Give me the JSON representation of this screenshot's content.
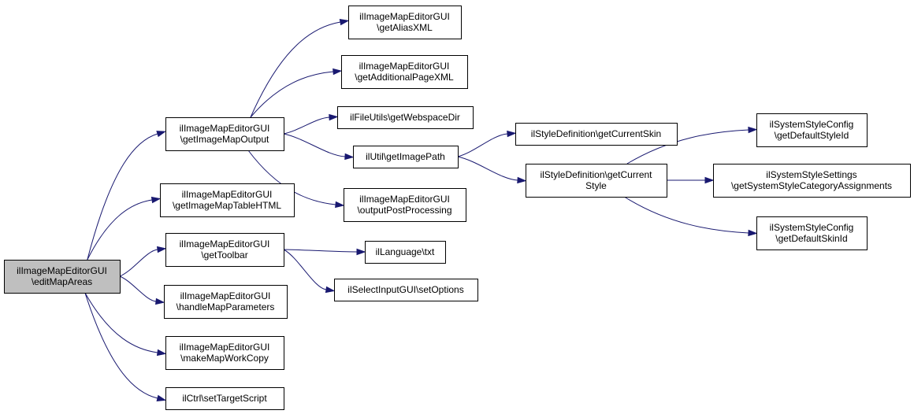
{
  "colors": {
    "edge": "#191970",
    "node_fill": "#ffffff",
    "root_fill": "#bfbfbf",
    "border": "#000000"
  },
  "nodes": [
    {
      "id": "editMapAreas",
      "lines": [
        "ilImageMapEditorGUI",
        "\\editMapAreas"
      ],
      "root": true
    },
    {
      "id": "getImageMapOutput",
      "lines": [
        "ilImageMapEditorGUI",
        "\\getImageMapOutput"
      ]
    },
    {
      "id": "getImageMapTableHTML",
      "lines": [
        "ilImageMapEditorGUI",
        "\\getImageMapTableHTML"
      ]
    },
    {
      "id": "getToolbar",
      "lines": [
        "ilImageMapEditorGUI",
        "\\getToolbar"
      ]
    },
    {
      "id": "handleMapParameters",
      "lines": [
        "ilImageMapEditorGUI",
        "\\handleMapParameters"
      ]
    },
    {
      "id": "makeMapWorkCopy",
      "lines": [
        "ilImageMapEditorGUI",
        "\\makeMapWorkCopy"
      ]
    },
    {
      "id": "setTargetScript",
      "lines": [
        "ilCtrl\\setTargetScript"
      ]
    },
    {
      "id": "getAliasXML",
      "lines": [
        "ilImageMapEditorGUI",
        "\\getAliasXML"
      ]
    },
    {
      "id": "getAdditionalPageXML",
      "lines": [
        "ilImageMapEditorGUI",
        "\\getAdditionalPageXML"
      ]
    },
    {
      "id": "getWebspaceDir",
      "lines": [
        "ilFileUtils\\getWebspaceDir"
      ]
    },
    {
      "id": "getImagePath",
      "lines": [
        "ilUtil\\getImagePath"
      ]
    },
    {
      "id": "outputPostProcessing",
      "lines": [
        "ilImageMapEditorGUI",
        "\\outputPostProcessing"
      ]
    },
    {
      "id": "txt",
      "lines": [
        "ilLanguage\\txt"
      ]
    },
    {
      "id": "setOptions",
      "lines": [
        "ilSelectInputGUI\\setOptions"
      ]
    },
    {
      "id": "getCurrentSkin",
      "lines": [
        "ilStyleDefinition\\getCurrentSkin"
      ]
    },
    {
      "id": "getCurrentStyle",
      "lines": [
        "ilStyleDefinition\\getCurrent",
        "Style"
      ]
    },
    {
      "id": "getDefaultStyleId",
      "lines": [
        "ilSystemStyleConfig",
        "\\getDefaultStyleId"
      ]
    },
    {
      "id": "getSystemStyleCategoryAssignments",
      "lines": [
        "ilSystemStyleSettings",
        "\\getSystemStyleCategoryAssignments"
      ]
    },
    {
      "id": "getDefaultSkinId",
      "lines": [
        "ilSystemStyleConfig",
        "\\getDefaultSkinId"
      ]
    }
  ],
  "edges": [
    [
      "editMapAreas",
      "getImageMapOutput"
    ],
    [
      "editMapAreas",
      "getImageMapTableHTML"
    ],
    [
      "editMapAreas",
      "getToolbar"
    ],
    [
      "editMapAreas",
      "handleMapParameters"
    ],
    [
      "editMapAreas",
      "makeMapWorkCopy"
    ],
    [
      "editMapAreas",
      "setTargetScript"
    ],
    [
      "getImageMapOutput",
      "getAliasXML"
    ],
    [
      "getImageMapOutput",
      "getAdditionalPageXML"
    ],
    [
      "getImageMapOutput",
      "getWebspaceDir"
    ],
    [
      "getImageMapOutput",
      "getImagePath"
    ],
    [
      "getImageMapOutput",
      "outputPostProcessing"
    ],
    [
      "getToolbar",
      "txt"
    ],
    [
      "getToolbar",
      "setOptions"
    ],
    [
      "getImagePath",
      "getCurrentSkin"
    ],
    [
      "getImagePath",
      "getCurrentStyle"
    ],
    [
      "getCurrentStyle",
      "getDefaultStyleId"
    ],
    [
      "getCurrentStyle",
      "getSystemStyleCategoryAssignments"
    ],
    [
      "getCurrentStyle",
      "getDefaultSkinId"
    ]
  ]
}
